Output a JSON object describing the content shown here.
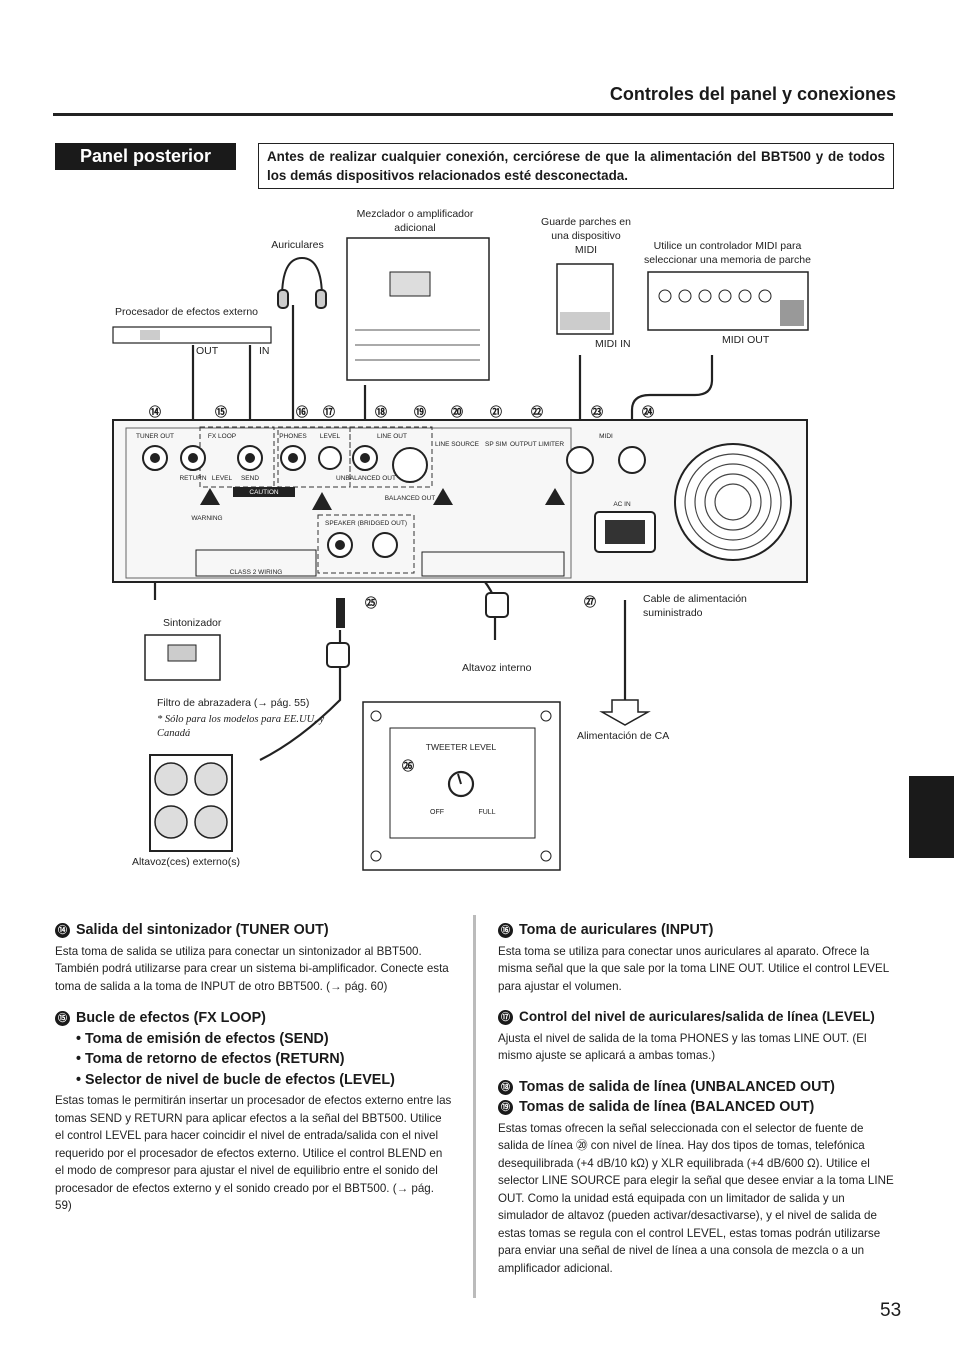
{
  "header": {
    "title": "Controles del panel y conexiones"
  },
  "section": {
    "title": "Panel posterior",
    "warning": "Antes de realizar cualquier conexión, cerciórese de que la alimentación del BBT500 y de todos los demás dispositivos relacionados esté desconectada."
  },
  "diagram": {
    "labels": {
      "mixer": "Mezclador o amplificador adicional",
      "headphones": "Auriculares",
      "patch_storage": "Guarde parches en una dispositivo MIDI",
      "midi_controller": "Utilice un controlador MIDI para seleccionar una memoria de parche",
      "fx_processor": "Procesador de efectos externo",
      "fx_out": "OUT",
      "fx_in": "IN",
      "midi_in": "MIDI IN",
      "midi_out": "MIDI OUT",
      "tuner": "Sintonizador",
      "power_cable": "Cable de alimentación suministrado",
      "internal_speaker": "Altavoz interno",
      "clamp_filter": "Filtro de abrazadera (→ pág. 55)",
      "clamp_note": "* Sólo para los modelos para EE.UU. y Canadá",
      "ac_power": "Alimentación de CA",
      "external_speakers": "Altavoz(ces) externo(s)",
      "tweeter_level": "TWEETER LEVEL",
      "off": "OFF",
      "full": "FULL"
    },
    "panel": {
      "tuner_out": "TUNER OUT",
      "fx_loop": "FX LOOP",
      "return": "RETURN",
      "level": "LEVEL",
      "send": "SEND",
      "phones": "PHONES",
      "line_out": "LINE OUT",
      "unbalanced_out": "UNBALANCED OUT",
      "balanced_out": "BALANCED OUT",
      "line_source": "LINE SOURCE",
      "sp_sim": "SP SIM",
      "output_limiter": "OUTPUT LIMITER",
      "midi": "MIDI",
      "ac_in": "AC IN",
      "caution": "CAUTION",
      "speaker_bridged": "SPEAKER (BRIDGED OUT)",
      "class2": "CLASS 2 WIRING",
      "warning": "WARNING"
    },
    "callouts": [
      "⑭",
      "⑮",
      "⑯",
      "⑰",
      "⑱",
      "⑲",
      "⑳",
      "㉑",
      "㉒",
      "㉓",
      "㉔",
      "㉕",
      "㉖",
      "㉗"
    ]
  },
  "left": {
    "s14": {
      "num": "⑭",
      "title": "Salida del sintonizador (TUNER OUT)",
      "body": "Esta toma de salida se utiliza para conectar un sintonizador al BBT500. También podrá utilizarse para crear un sistema bi-amplificador. Conecte esta toma de salida a la toma de INPUT de otro BBT500. (→ pág. 60)"
    },
    "s15": {
      "num": "⑮",
      "title": "Bucle de efectos (FX LOOP)",
      "bullets": [
        "• Toma de emisión de efectos (SEND)",
        "• Toma de retorno de efectos (RETURN)",
        "• Selector de nivel de bucle de efectos (LEVEL)"
      ],
      "body": "Estas tomas le permitirán insertar un procesador de efectos externo entre las tomas SEND y RETURN para aplicar efectos a la señal del BBT500. Utilice el control LEVEL para hacer coincidir el nivel de entrada/salida con el nivel requerido por el procesador de efectos externo. Utilice el control BLEND en el modo de compresor para ajustar el nivel de equilibrio entre el sonido del procesador de efectos externo y el sonido creado por el BBT500. (→ pág. 59)"
    }
  },
  "right": {
    "s16": {
      "num": "⑯",
      "title": "Toma de auriculares (INPUT)",
      "body": "Esta toma se utiliza para conectar unos auriculares al aparato. Ofrece la misma señal que la que sale por la toma LINE OUT. Utilice el control LEVEL para ajustar el volumen."
    },
    "s17": {
      "num": "⑰",
      "title": "Control del nivel de auriculares/salida de línea (LEVEL)",
      "body": "Ajusta el nivel de salida de la toma PHONES y las tomas LINE OUT. (El mismo ajuste se aplicará a ambas tomas.)"
    },
    "s18": {
      "num": "⑱",
      "title": "Tomas de salida de línea (UNBALANCED OUT)"
    },
    "s19": {
      "num": "⑲",
      "title": "Tomas de salida de línea (BALANCED OUT)",
      "body": "Estas tomas ofrecen la señal seleccionada con el selector de fuente de salida de línea ⑳ con nivel de línea. Hay dos tipos de tomas, telefónica desequilibrada (+4 dB/10 kΩ) y XLR equilibrada (+4 dB/600 Ω). Utilice el selector LINE SOURCE para elegir la señal que desee enviar a la toma LINE OUT. Como la unidad está equipada con un limitador de salida y un simulador de altavoz (pueden activar/desactivarse), y el nivel de salida de estas tomas se regula con el control LEVEL, estas tomas podrán utilizarse para enviar una señal de nivel de línea a una consola de mezcla o a un amplificador adicional."
    }
  },
  "page_number": "53"
}
